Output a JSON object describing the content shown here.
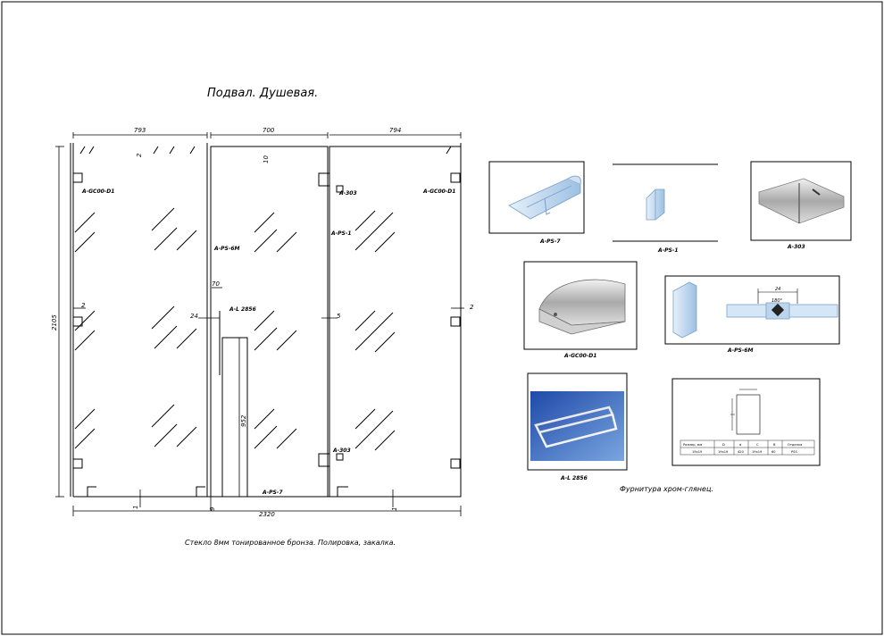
{
  "title": "Подвал. Душевая.",
  "note_glass": "Стекло 8мм тонированное бронза. Полировка, закалка.",
  "note_hardware": "Фурнитура хром-глянец.",
  "dimensions": {
    "panel_left_width": "793",
    "panel_mid_width": "700",
    "panel_right_width": "794",
    "height": "2105",
    "total_width": "2320",
    "top_gap": "10",
    "left_gap": "2",
    "right_gap": "2",
    "top_left_gap": "2",
    "handle_offset": "70",
    "gap_24": "24",
    "gap_5": "5",
    "handle_length": "952",
    "bottom_gap_9": "9",
    "bottom_gap_1a": "1",
    "bottom_gap_1b": "1"
  },
  "drawing_labels": {
    "left_clamp": "A-GC00-D1",
    "right_clamp": "A-GC00-D1",
    "hinge_top": "A-303",
    "hinge_bottom": "A-303",
    "seal_ps1": "A-PS-1",
    "seal_ps6m": "A-PS-6M",
    "handle": "A-L 2856",
    "seal_ps7": "A-PS-7"
  },
  "parts": {
    "ps7": "A-PS-7",
    "ps1": "A-PS-1",
    "a303": "A-303",
    "gc00": "A-GC00-D1",
    "ps6m": "A-PS-6M",
    "l2856": "A-L 2856"
  },
  "detail_labels": {
    "ps6m_width": "24",
    "ps6m_angle": "180°"
  },
  "handle_table": {
    "headers": [
      "Размер, мм",
      "D",
      "d",
      "C",
      "B",
      "Отделка"
    ],
    "row": [
      "19x19",
      "19x19",
      "420",
      "19x19",
      "60",
      "PSS"
    ]
  },
  "colors": {
    "line": "#000000",
    "part_blue": "#aecdea",
    "chrome": "#c8c8c8"
  }
}
